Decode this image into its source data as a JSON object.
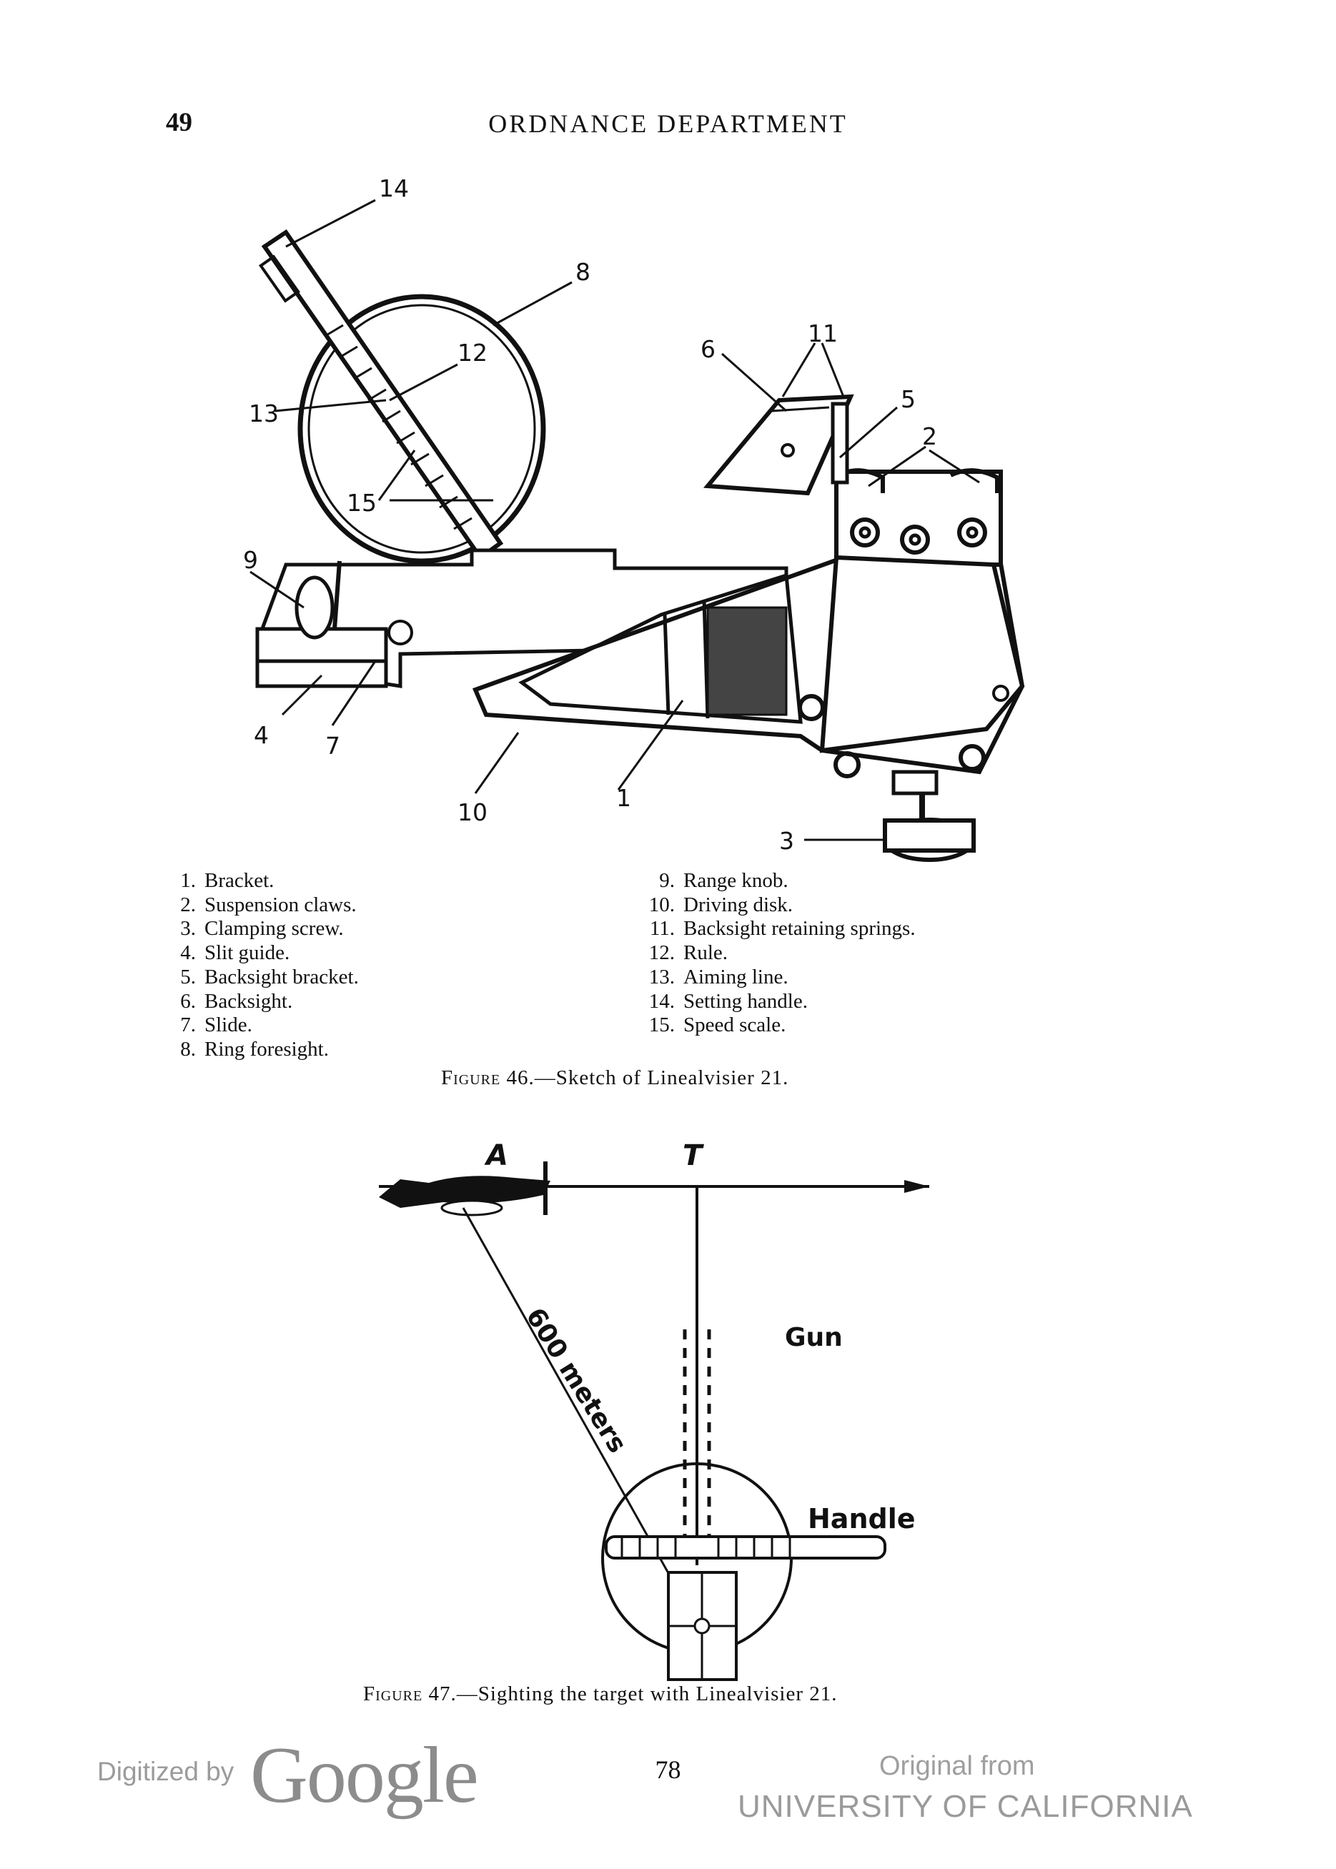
{
  "header": {
    "page_number": "49",
    "running_head": "ORDNANCE DEPARTMENT"
  },
  "figure46": {
    "callouts": [
      "14",
      "8",
      "12",
      "13",
      "15",
      "6",
      "11",
      "5",
      "2",
      "9",
      "4",
      "7",
      "10",
      "1",
      "3"
    ],
    "parts_left": [
      {
        "num": "1.",
        "label": "Bracket."
      },
      {
        "num": "2.",
        "label": "Suspension claws."
      },
      {
        "num": "3.",
        "label": "Clamping screw."
      },
      {
        "num": "4.",
        "label": "Slit guide."
      },
      {
        "num": "5.",
        "label": "Backsight bracket."
      },
      {
        "num": "6.",
        "label": "Backsight."
      },
      {
        "num": "7.",
        "label": "Slide."
      },
      {
        "num": "8.",
        "label": "Ring foresight."
      }
    ],
    "parts_right": [
      {
        "num": "9.",
        "label": "Range knob."
      },
      {
        "num": "10.",
        "label": "Driving disk."
      },
      {
        "num": "11.",
        "label": "Backsight retaining springs."
      },
      {
        "num": "12.",
        "label": "Rule."
      },
      {
        "num": "13.",
        "label": "Aiming line."
      },
      {
        "num": "14.",
        "label": "Setting handle."
      },
      {
        "num": "15.",
        "label": "Speed scale."
      }
    ],
    "caption_prefix": "Figure",
    "caption_text": "46.—Sketch of Linealvisier 21."
  },
  "figure47": {
    "label_a": "A",
    "label_t": "T",
    "label_distance": "600 meters",
    "label_gun": "Gun",
    "label_handle": "Handle",
    "caption_prefix": "Figure",
    "caption_text": "47.—Sighting the target with Linealvisier 21."
  },
  "footer": {
    "folio": "78",
    "digitized_by": "Digitized by",
    "google": "Google",
    "original_from": "Original from",
    "university": "UNIVERSITY OF CALIFORNIA"
  }
}
